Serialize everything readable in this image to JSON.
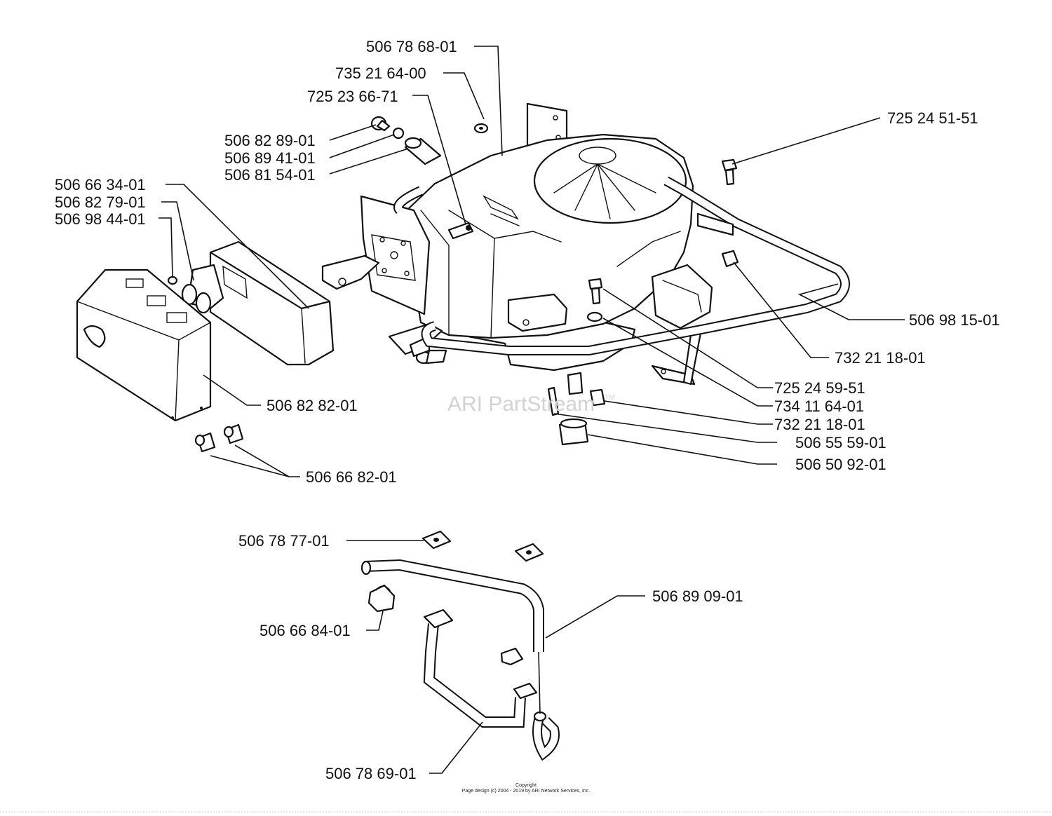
{
  "watermark": {
    "text": "ARI PartStream",
    "tm": "TM"
  },
  "copyright": {
    "line1": "Copyright",
    "line2": "Page design (c) 2004 - 2019 by ARI Network Services, Inc."
  },
  "callouts": [
    {
      "id": "c01",
      "part_number": "506 78 68-01"
    },
    {
      "id": "c02",
      "part_number": "735 21 64-00"
    },
    {
      "id": "c03",
      "part_number": "725 23 66-71"
    },
    {
      "id": "c04",
      "part_number": "506 82 89-01"
    },
    {
      "id": "c05",
      "part_number": "506 89 41-01"
    },
    {
      "id": "c06",
      "part_number": "506 81 54-01"
    },
    {
      "id": "c07",
      "part_number": "506 66 34-01"
    },
    {
      "id": "c08",
      "part_number": "506 82 79-01"
    },
    {
      "id": "c09",
      "part_number": "506 98 44-01"
    },
    {
      "id": "c10",
      "part_number": "725 24 51-51"
    },
    {
      "id": "c11",
      "part_number": "506 98 15-01"
    },
    {
      "id": "c12",
      "part_number": "732 21 18-01"
    },
    {
      "id": "c13",
      "part_number": "725 24 59-51"
    },
    {
      "id": "c14",
      "part_number": "734 11 64-01"
    },
    {
      "id": "c15",
      "part_number": "732 21 18-01"
    },
    {
      "id": "c16",
      "part_number": "506 55 59-01"
    },
    {
      "id": "c17",
      "part_number": "506 50 92-01"
    },
    {
      "id": "c18",
      "part_number": "506 82 82-01"
    },
    {
      "id": "c19",
      "part_number": "506 66 82-01"
    },
    {
      "id": "c20",
      "part_number": "506 78 77-01"
    },
    {
      "id": "c21",
      "part_number": "506 89 09-01"
    },
    {
      "id": "c22",
      "part_number": "506 66 84-01"
    },
    {
      "id": "c23",
      "part_number": "506 78 69-01"
    }
  ]
}
